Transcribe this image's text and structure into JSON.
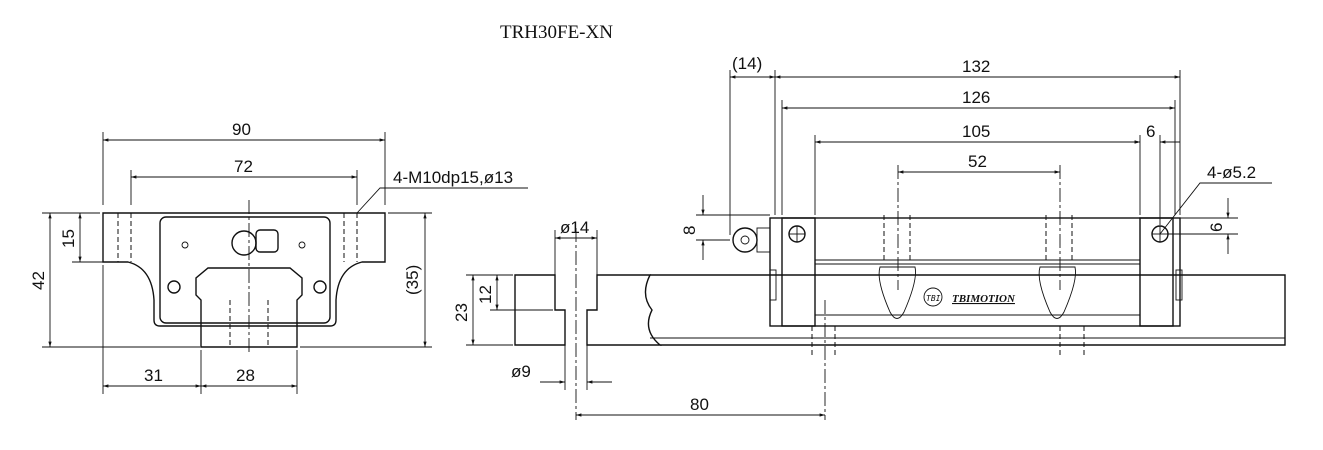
{
  "title": "TRH30FE-XN",
  "front_view": {
    "width": "90",
    "hole_pitch": "72",
    "height": "42",
    "flange": "15",
    "inner_height": "(35)",
    "offset": "31",
    "rail_width": "28",
    "thread": "4-M10dp15,ø13"
  },
  "rail_section": {
    "counterbore": "ø14",
    "hole": "ø9",
    "rail_height": "23",
    "cb_depth": "12",
    "pitch": "80"
  },
  "side_view": {
    "nipple": "(14)",
    "overall_length": "132",
    "body_length": "126",
    "steel_length": "105",
    "hole_pitch": "52",
    "end_offset": "6",
    "nipple_height": "8",
    "hole_height": "6",
    "holes": "4-ø5.2",
    "logo": "TBIMOTION"
  }
}
